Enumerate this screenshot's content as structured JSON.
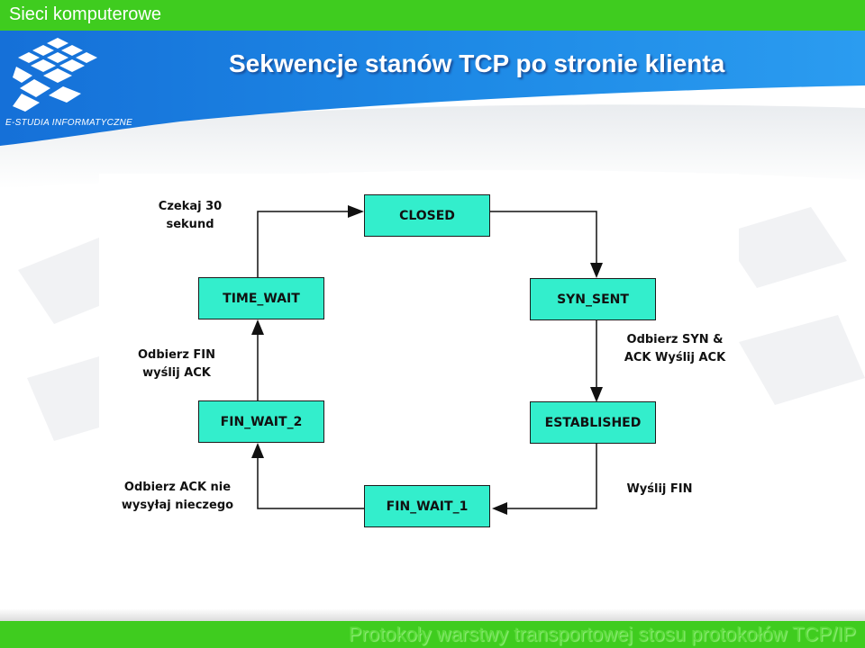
{
  "header": {
    "course_title": "Sieci komputerowe",
    "slide_title": "Sekwencje stanów TCP po stronie klienta",
    "logo_text": "E-STUDIA INFORMATYCZNE"
  },
  "footer": {
    "text": "Protokoły warstwy transportowej stosu protokołów TCP/IP"
  },
  "diagram": {
    "states": {
      "closed": "CLOSED",
      "syn_sent": "SYN_SENT",
      "established": "ESTABLISHED",
      "fin_wait_1": "FIN_WAIT_1",
      "fin_wait_2": "FIN_WAIT_2",
      "time_wait": "TIME_WAIT"
    },
    "labels": {
      "wait_line1": "Czekaj 30",
      "wait_line2": "sekund",
      "recv_synack_line1": "Odbierz SYN &",
      "recv_synack_line2": "ACK Wyślij ACK",
      "send_fin": "Wyślij FIN",
      "recv_ack_line1": "Odbierz ACK nie",
      "recv_ack_line2": "wysyłaj nieczego",
      "recv_fin_line1": "Odbierz FIN",
      "recv_fin_line2": "wyślij ACK"
    },
    "colors": {
      "state_fill": "#33eecc",
      "header_blue": "#1e82e0",
      "bar_green": "#3fcc1f"
    }
  }
}
